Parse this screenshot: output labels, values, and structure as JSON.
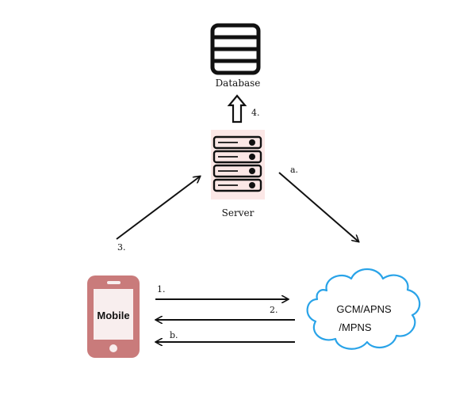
{
  "nodes": {
    "database": {
      "label": "Database",
      "icon": "database-icon"
    },
    "server": {
      "label": "Server",
      "icon": "server-rack-icon"
    },
    "mobile": {
      "label": "Mobile",
      "icon": "mobile-phone-icon"
    },
    "cloud": {
      "line1": "GCM/APNS",
      "line2": "/MPNS",
      "icon": "cloud-icon"
    }
  },
  "arrows": {
    "server_to_db": "4.",
    "mobile_to_server": "3.",
    "server_to_cloud": "a.",
    "mobile_to_cloud": "1.",
    "cloud_to_mobile_2": "2.",
    "cloud_to_mobile_b": "b."
  },
  "colors": {
    "server_fill": "#fbe7e6",
    "phone_fill": "#c97b7b",
    "phone_screen": "#f8eeee",
    "cloud_stroke": "#29a3e8",
    "ink": "#111111"
  }
}
